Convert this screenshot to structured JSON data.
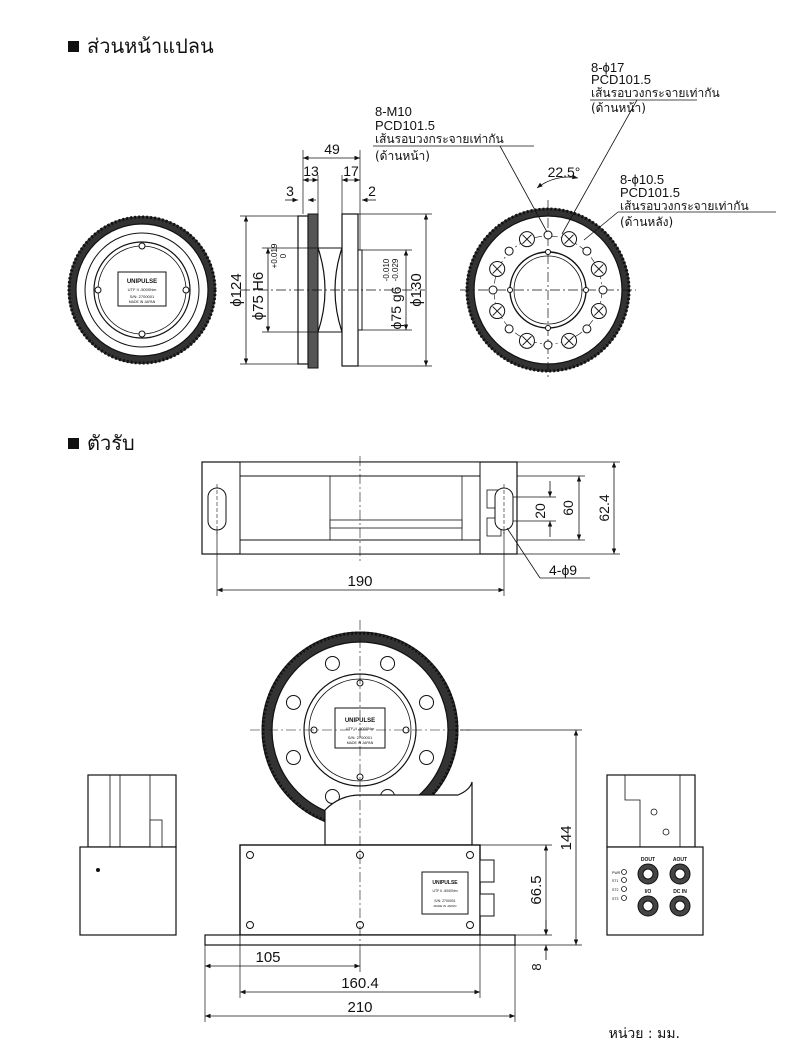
{
  "sections": {
    "front_view_title": "ส่วนหน้าแปลน",
    "receiver_title": "ตัวรับ"
  },
  "flange_annotations": {
    "front_holes": {
      "count": "8-ϕ17",
      "pcd": "PCD101.5",
      "note": "เส้นรอบวงกระจายเท่ากัน",
      "side": "(ด้านหน้า)"
    },
    "tapped_holes": {
      "count": "8-M10",
      "pcd": "PCD101.5",
      "note": "เส้นรอบวงกระจายเท่ากัน",
      "side": "(ด้านหน้า)"
    },
    "rear_holes": {
      "count": "8-ϕ10.5",
      "pcd": "PCD101.5",
      "note": "เส้นรอบวงกระจายเท่ากัน",
      "side": "(ด้านหลัง)"
    },
    "angle": "22.5°"
  },
  "flange_dimensions": {
    "width_total": "49",
    "left_width": "13",
    "right_width": "17",
    "left_step": "3",
    "right_step": "2",
    "dia_124": "ϕ124",
    "dia_75_h6": "ϕ75 H6",
    "tol_h6_upper": "+0.019",
    "tol_h6_lower": "0",
    "dia_75_g6": "ϕ75 g6",
    "tol_g6_upper": "-0.010",
    "tol_g6_lower": "-0.029",
    "dia_130": "ϕ130"
  },
  "label_plate": {
    "brand": "UNIPULSE",
    "model": "UTF II -5000Nm",
    "serial": "S/N: 2700001",
    "origin": "MADE IN JAPAN"
  },
  "receiver_top_dimensions": {
    "length": "190",
    "slot": "20",
    "height": "60",
    "overall": "62.4",
    "holes": "4-ϕ9"
  },
  "receiver_front_dimensions": {
    "overall_height": "144",
    "body_height": "66.5",
    "base": "8",
    "half_width": "105",
    "hole_pitch": "160.4",
    "overall_width": "210"
  },
  "connector_labels": {
    "dout": "DOUT",
    "aout": "AOUT",
    "io": "I/O",
    "dcin": "DC IN",
    "led1": "PWR",
    "led2": "ST1",
    "led3": "ST2",
    "led4": "ST3"
  },
  "unit_note": "หน่วย : มม."
}
